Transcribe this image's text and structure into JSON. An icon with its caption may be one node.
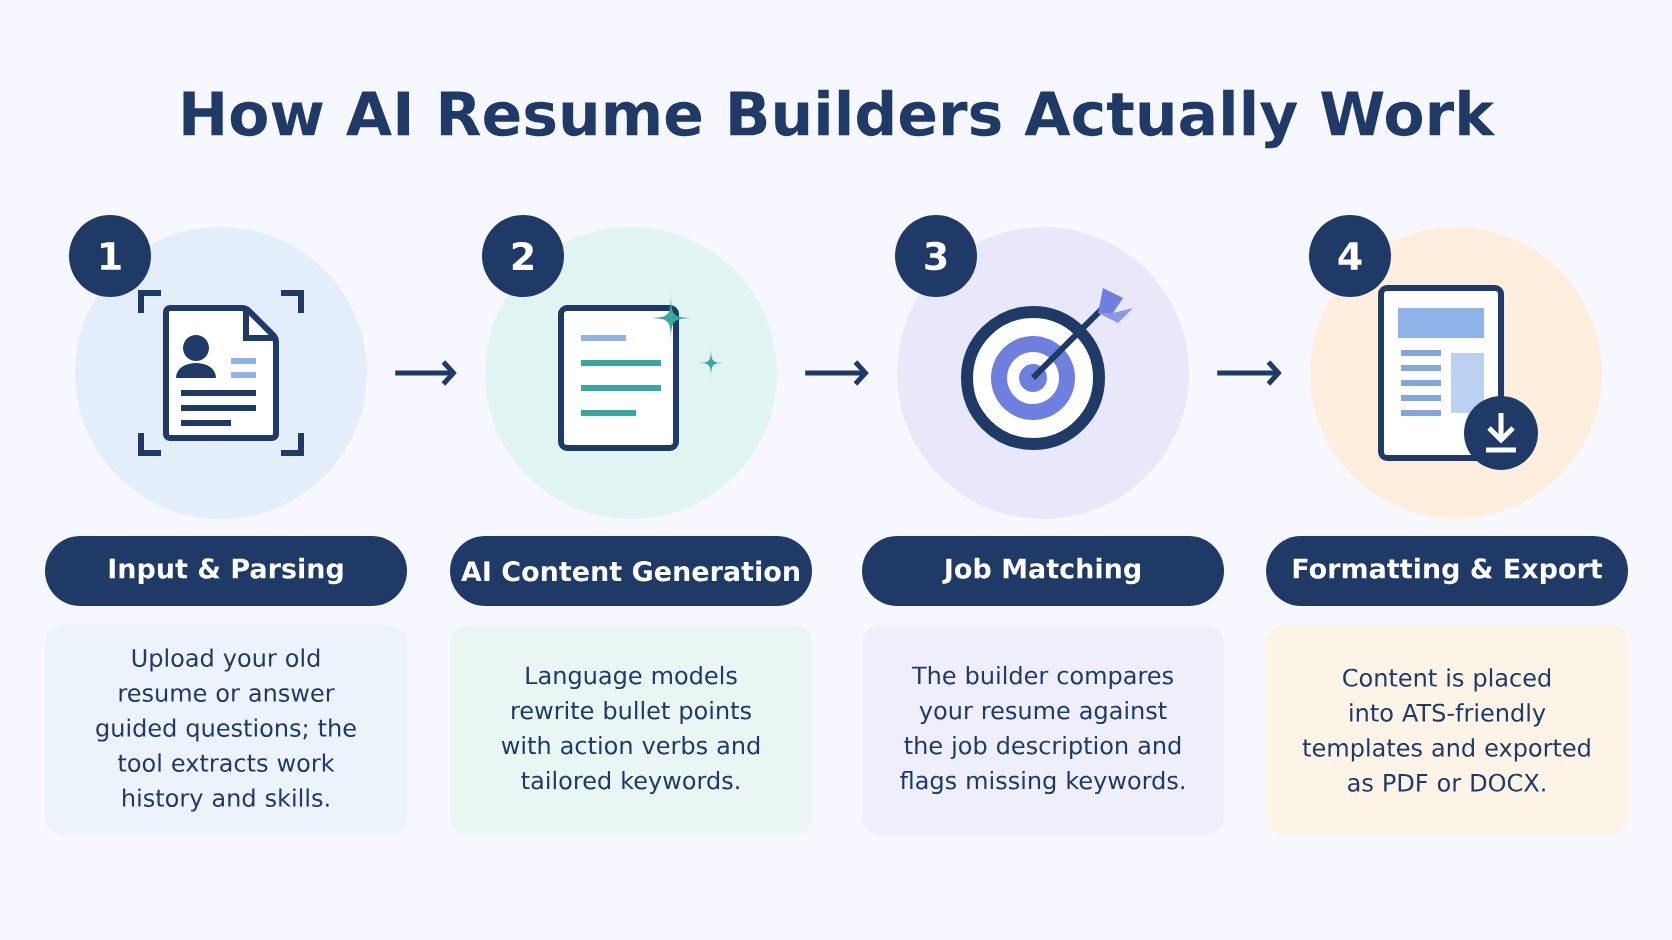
{
  "diagram": {
    "title": "How AI Resume Builders Actually Work",
    "nodes": [
      {
        "text": [
          "1"
        ]
      },
      {
        "text": [],
        "shape": "circle"
      },
      {
        "text": [
          "Input & Parsing"
        ]
      },
      {
        "text": [
          "Upload your old resume or answer guided questions; the tool extracts work history and skills."
        ]
      },
      {
        "text": [
          "2"
        ]
      },
      {
        "text": [],
        "shape": "circle"
      },
      {
        "text": [
          "AI Content Generation"
        ]
      },
      {
        "text": [
          "Language models rewrite bullet points with action verbs and tailored keywords."
        ]
      },
      {
        "text": [
          "3"
        ]
      },
      {
        "text": [],
        "shape": "circle"
      },
      {
        "text": [
          "Job Matching"
        ]
      },
      {
        "text": [
          "The builder compares your resume against the job description and flags missing keywords."
        ]
      },
      {
        "text": [
          "4"
        ]
      },
      {
        "text": [],
        "shape": "circle"
      },
      {
        "text": [
          "Formatting & Export"
        ]
      },
      {
        "text": [
          "Content is placed into ATS-friendly templates and exported as PDF or DOCX."
        ]
      }
    ],
    "edges": [
      {
        "from": 1,
        "to": 5,
        "arrow": "to"
      },
      {
        "from": 5,
        "to": 9,
        "arrow": "to"
      },
      {
        "from": 9,
        "to": 13,
        "arrow": "to"
      }
    ]
  }
}
